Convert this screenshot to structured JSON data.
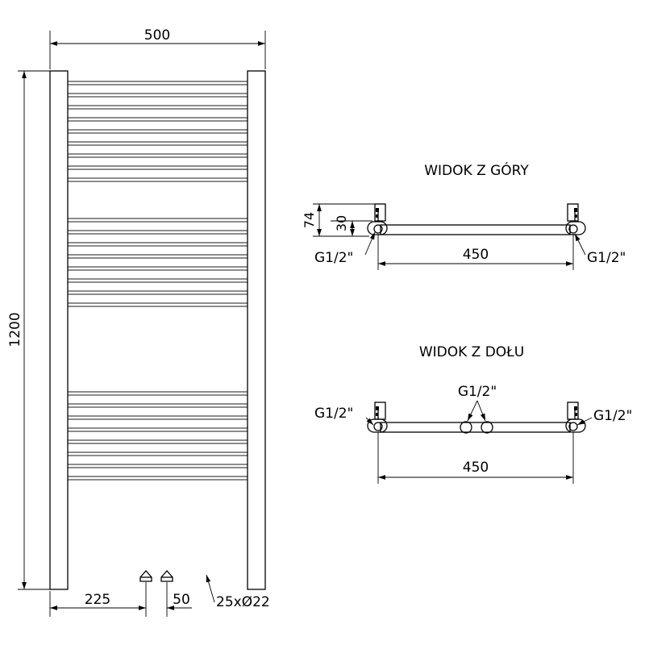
{
  "front_view": {
    "width_label": "500",
    "height_label": "1200",
    "left_offset_label": "225",
    "pipe_spacing_label": "50",
    "tubes_label": "25xØ22",
    "tube_count": 25
  },
  "top_view": {
    "title": "WIDOK Z GÓRY",
    "depth_label": "74",
    "pipe_depth_label": "30",
    "span_label": "450",
    "left_connection_label": "G1/2\"",
    "right_connection_label": "G1/2\""
  },
  "bottom_view": {
    "title": "WIDOK Z DOŁU",
    "center_connection_label": "G1/2\"",
    "left_connection_label": "G1/2\"",
    "right_connection_label": "G1/2\"",
    "span_label": "450"
  }
}
